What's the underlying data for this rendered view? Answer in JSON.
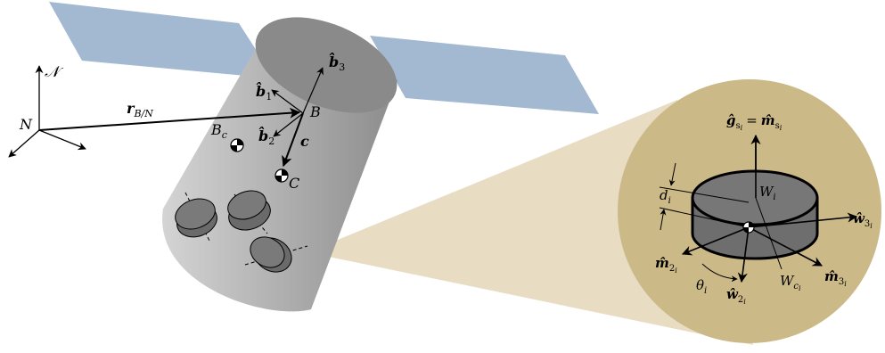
{
  "colors": {
    "solar_panel": "#a3b9d1",
    "body_light": "#d0d0d0",
    "body_dark": "#8c8c8c",
    "top_cap": "#8a8a8a",
    "wheel": "#707070",
    "zoom_cone": "#e8dcc3",
    "zoom_circle": "#ccb988",
    "axis": "#000000"
  },
  "labels": {
    "inertial_frame": "𝒩",
    "inertial_origin": "N",
    "position_vector": "r",
    "position_vector_sub": "B/N",
    "body_origin": "B",
    "b1": "b̂",
    "b1_sub": "1",
    "b2": "b̂",
    "b2_sub": "2",
    "b3": "b̂",
    "b3_sub": "3",
    "body_com": "B",
    "body_com_sub": "c",
    "c_vector": "c",
    "system_com": "C",
    "g_hat": "ĝ",
    "g_sub": "s",
    "g_sub_i": "i",
    "equals": "=",
    "m_hat_s": "m̂",
    "m_hat_s_sub": "s",
    "m_hat_s_sub_i": "i",
    "wheel_frame": "W",
    "wheel_frame_sub": "i",
    "d_label": "d",
    "d_sub": "i",
    "w3": "ŵ",
    "w3_sub": "3",
    "w3_sub_i": "i",
    "m2": "m̂",
    "m2_sub": "2",
    "m2_sub_i": "i",
    "m3": "m̂",
    "m3_sub": "3",
    "m3_sub_i": "i",
    "w2": "ŵ",
    "w2_sub": "2",
    "w2_sub_i": "i",
    "theta": "θ",
    "theta_sub": "i",
    "wheel_com": "W",
    "wheel_com_sub": "c",
    "wheel_com_sub_i": "i"
  }
}
